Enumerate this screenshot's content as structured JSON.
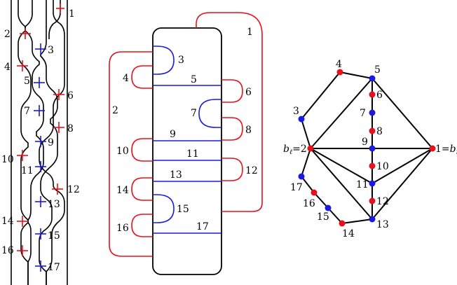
{
  "colors": {
    "red": "#e8101a",
    "blue": "#1a1ae0",
    "black": "#000000"
  },
  "left_panel": {
    "labels": [
      "1",
      "2",
      "3",
      "4",
      "5",
      "6",
      "7",
      "8",
      "9",
      "10",
      "11",
      "12",
      "13",
      "14",
      "15",
      "16",
      "17"
    ]
  },
  "middle_panel": {
    "arc_labels": [
      "1",
      "2",
      "3",
      "4",
      "5",
      "6",
      "7",
      "8",
      "9",
      "10",
      "11",
      "12",
      "13",
      "14",
      "15",
      "16",
      "17"
    ]
  },
  "right_panel": {
    "vertex_labels": [
      "1",
      "2",
      "3",
      "4",
      "5",
      "6",
      "7",
      "8",
      "9",
      "10",
      "11",
      "12",
      "13",
      "14",
      "15",
      "16",
      "17"
    ],
    "b_l_label": "b",
    "b_l_sub": "ℓ",
    "b_l_suffix": "=2",
    "b_r_prefix": "1=",
    "b_r_label": "b",
    "b_r_sub": "r"
  }
}
